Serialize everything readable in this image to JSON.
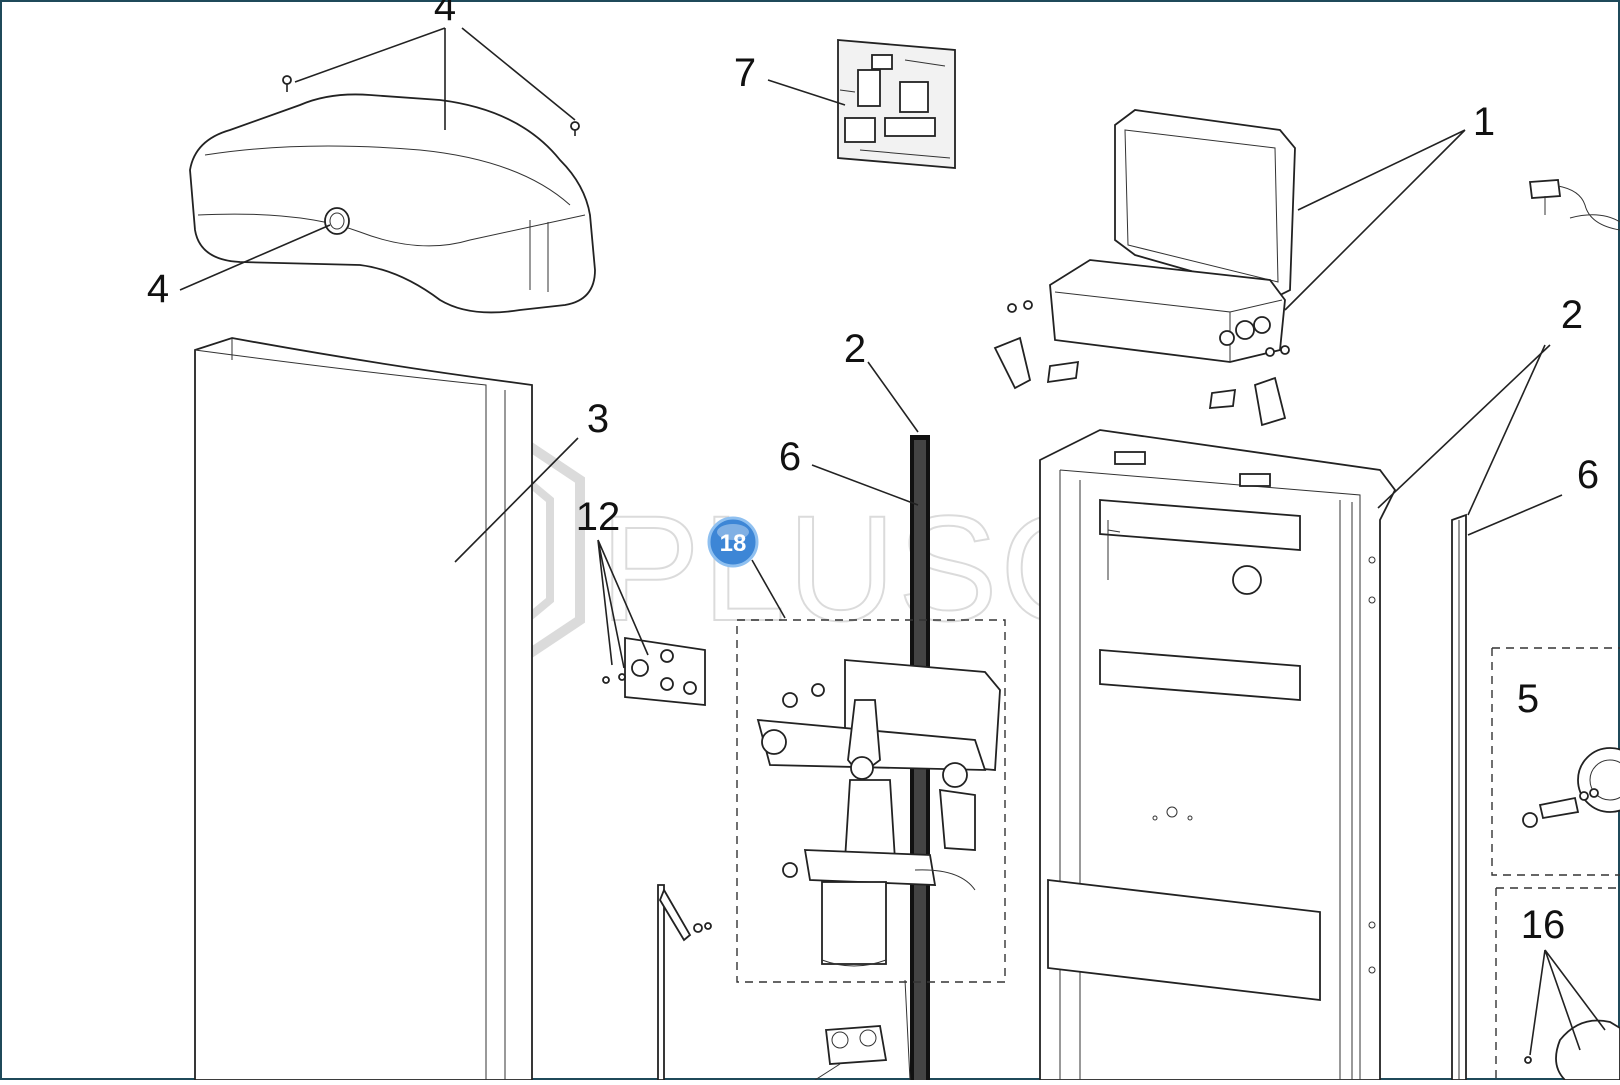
{
  "callouts": {
    "c1": "1",
    "c2a": "2",
    "c2b": "2",
    "c3": "3",
    "c4a": "4",
    "c4b": "4",
    "c5": "5",
    "c6a": "6",
    "c6b": "6",
    "c7": "7",
    "c12": "12",
    "c16": "16"
  },
  "badge": {
    "label": "18",
    "color": "#3d86d6"
  },
  "watermark": {
    "text": "PLUSCOM",
    "color": "#d8d8d8"
  },
  "colors": {
    "frame": "#1f4a5a",
    "line": "#222222"
  }
}
